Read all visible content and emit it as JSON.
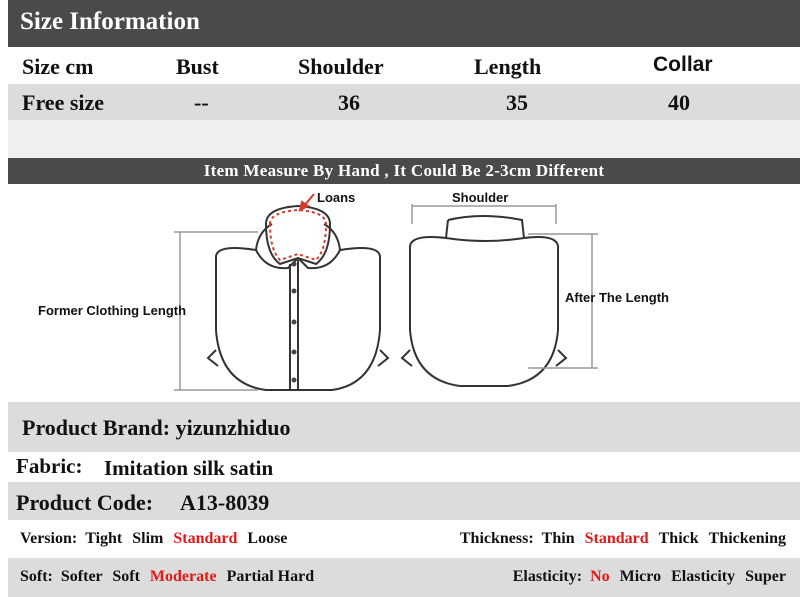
{
  "size_info": {
    "title": "Size Information",
    "headers": [
      "Size cm",
      "Bust",
      "Shoulder",
      "Length",
      "Collar"
    ],
    "row": [
      "Free size",
      "--",
      "36",
      "35",
      "40"
    ]
  },
  "measure_note": "Item Measure By Hand , It Could Be 2-3cm Different",
  "diagram": {
    "front_label_top": "Loans",
    "front_label_side": "Former Clothing Length",
    "back_label_top": "Shoulder",
    "back_label_side": "After The Length"
  },
  "product": {
    "brand": "Product Brand: yizunzhiduo",
    "fabric_label": "Fabric:",
    "fabric_value": "Imitation silk satin",
    "code_label": "Product Code:",
    "code_value": "A13-8039"
  },
  "attributes": {
    "version_label": "Version:",
    "version_options": [
      "Tight",
      "Slim",
      "Standard",
      "Loose"
    ],
    "version_selected": 2,
    "thickness_label": "Thickness:",
    "thickness_options": [
      "Thin",
      "Standard",
      "Thick",
      "Thickening"
    ],
    "thickness_selected": 1,
    "soft_label": "Soft:",
    "soft_options": [
      "Softer",
      "Soft",
      "Moderate",
      "Partial Hard"
    ],
    "soft_selected": 2,
    "elasticity_label": "Elasticity:",
    "elasticity_options": [
      "No",
      "Micro",
      "Elasticity",
      "Super"
    ],
    "elasticity_selected": 0
  },
  "colors": {
    "highlight": "#e01a1a",
    "dark_band": "#4a4a4a"
  }
}
